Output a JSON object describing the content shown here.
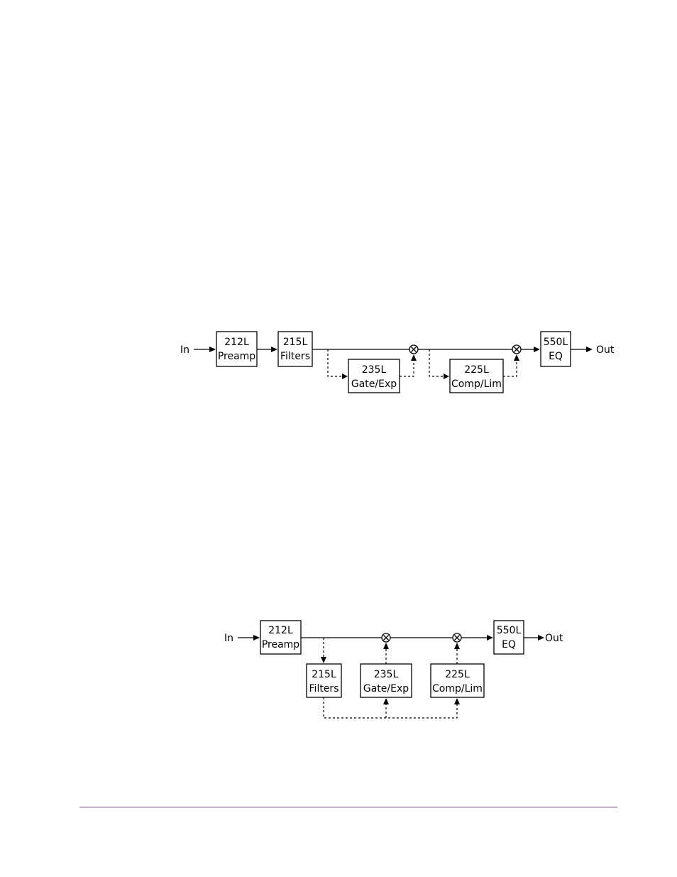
{
  "diagram1": {
    "in_label": "In",
    "out_label": "Out",
    "preamp": {
      "model": "212L",
      "name": "Preamp"
    },
    "filters": {
      "model": "215L",
      "name": "Filters"
    },
    "gate": {
      "model": "235L",
      "name": "Gate/Exp"
    },
    "comp": {
      "model": "225L",
      "name": "Comp/Lim"
    },
    "eq": {
      "model": "550L",
      "name": "EQ"
    }
  },
  "diagram2": {
    "in_label": "In",
    "out_label": "Out",
    "preamp": {
      "model": "212L",
      "name": "Preamp"
    },
    "filters": {
      "model": "215L",
      "name": "Filters"
    },
    "gate": {
      "model": "235L",
      "name": "Gate/Exp"
    },
    "comp": {
      "model": "225L",
      "name": "Comp/Lim"
    },
    "eq": {
      "model": "550L",
      "name": "EQ"
    }
  },
  "colors": {
    "footer_rule": "#7a3a7a",
    "line": "#000000"
  }
}
